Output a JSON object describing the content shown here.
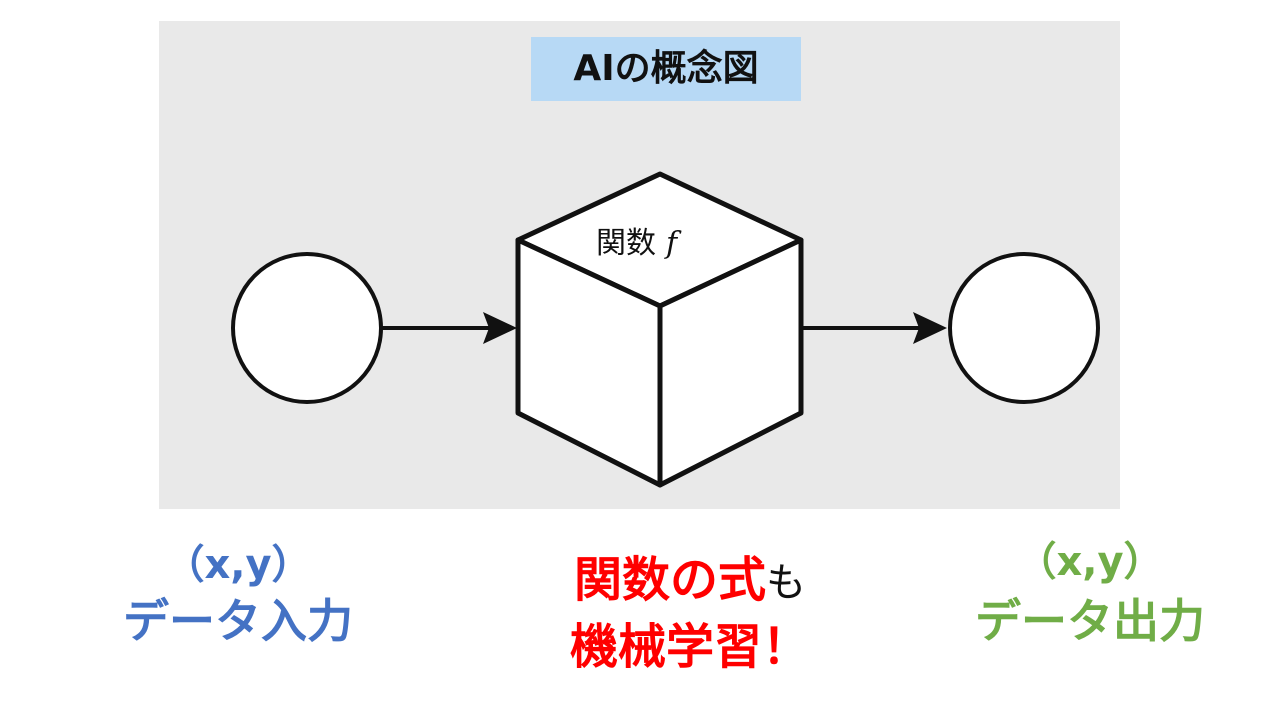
{
  "diagram": {
    "title": "AIの概念図",
    "function_label_prefix": "関数",
    "function_symbol": "f"
  },
  "captions": {
    "input": {
      "coord": "（x,y）",
      "label": "データ入力"
    },
    "center": {
      "line1_red": "関数の式",
      "line1_suffix": "も",
      "line2_red": "機械学習！"
    },
    "output": {
      "coord": "（x,y）",
      "label": "データ出力"
    }
  },
  "colors": {
    "input_caption": "#4472c4",
    "output_caption": "#70ad47",
    "highlight": "#ff0000",
    "title_background": "#b7d9f5",
    "panel_background": "#e9e9e9"
  }
}
